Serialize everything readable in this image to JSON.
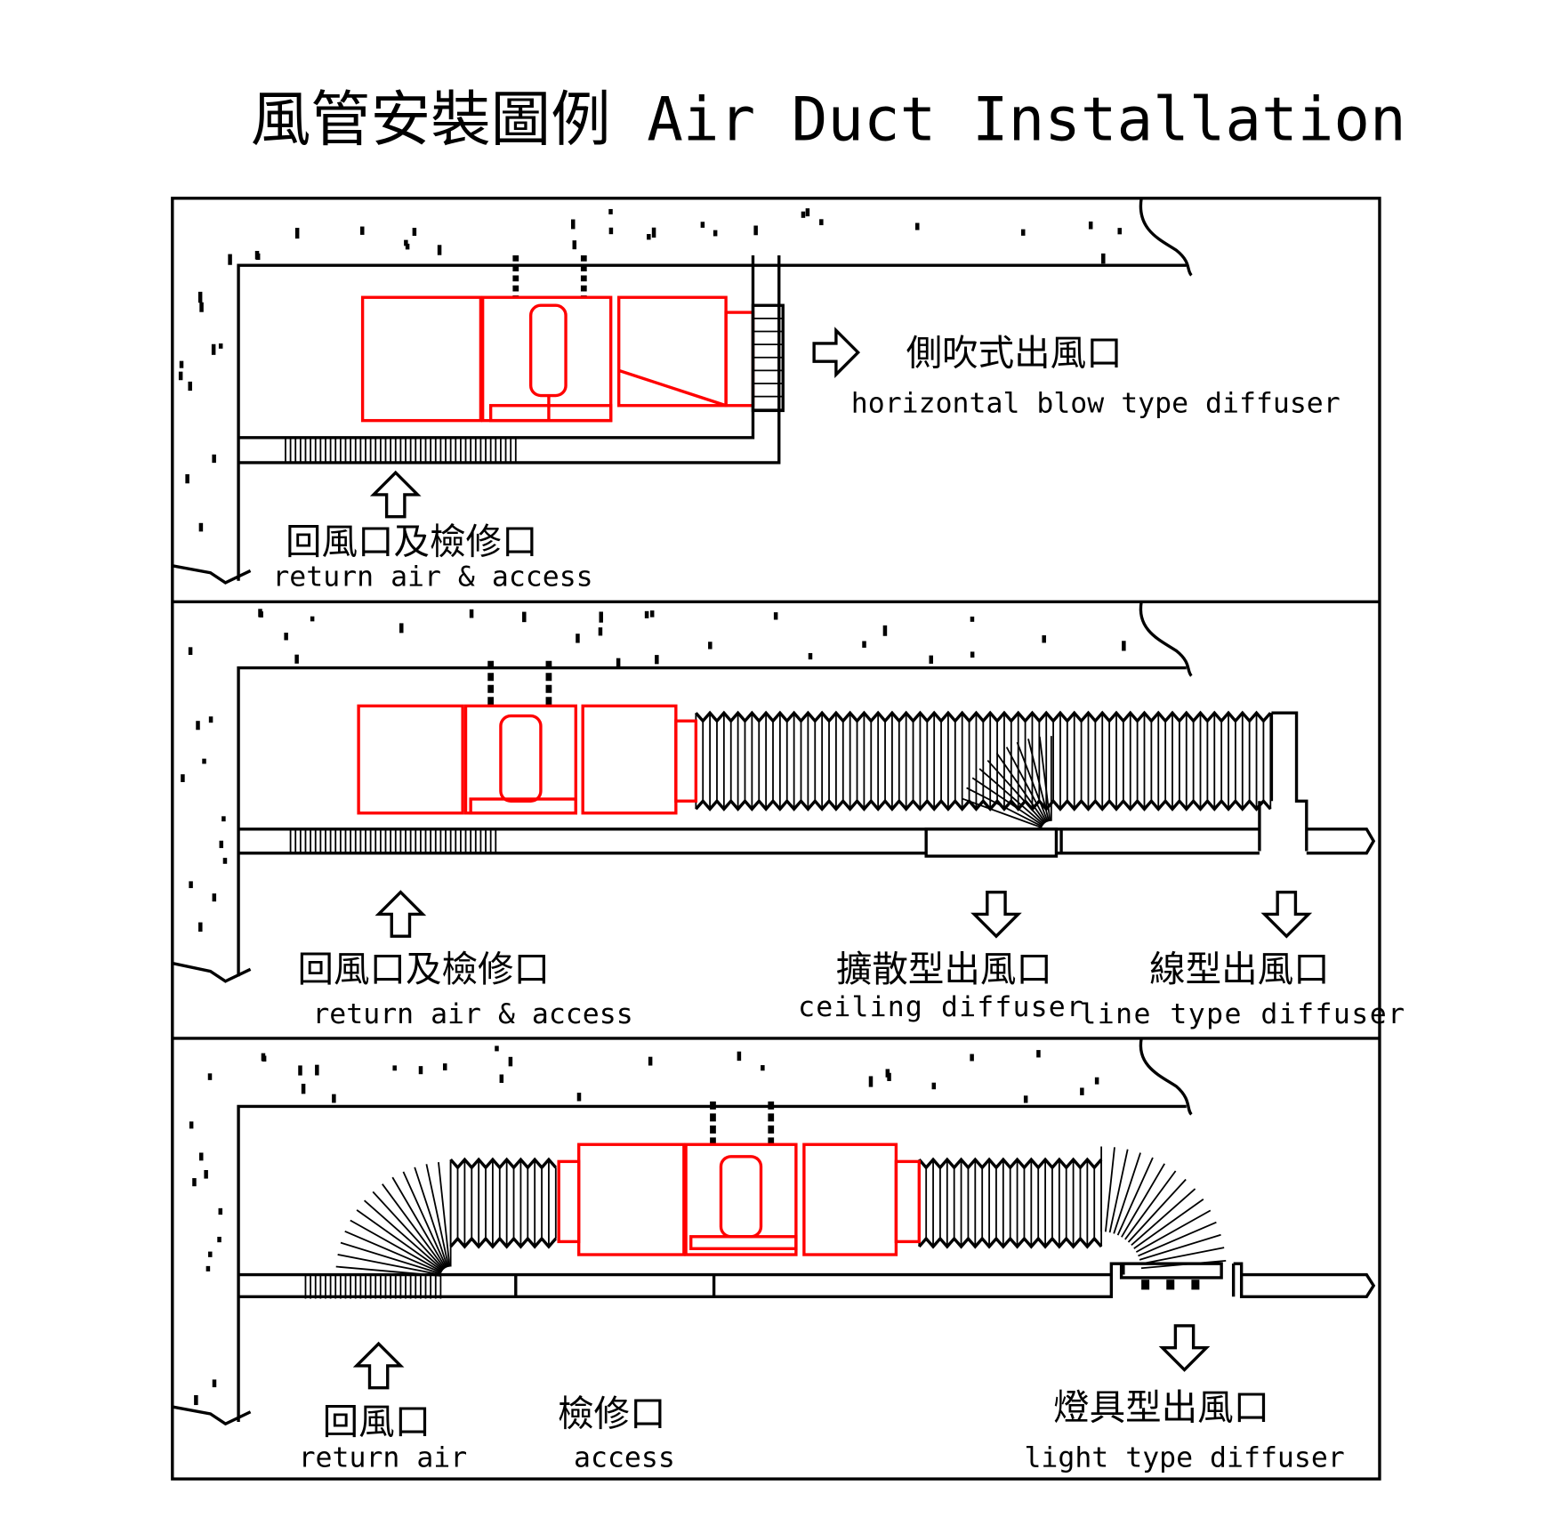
{
  "title": "風管安裝圖例 Air Duct Installation",
  "colors": {
    "unit": "#ff0000",
    "line": "#000000",
    "background": "#ffffff"
  },
  "panels": [
    {
      "labels": [
        {
          "cn": "側吹式出風口",
          "en": "horizontal blow type diffuser"
        },
        {
          "cn": "回風口及檢修口",
          "en": "return air & access"
        }
      ]
    },
    {
      "labels": [
        {
          "cn": "回風口及檢修口",
          "en": "return air & access"
        },
        {
          "cn": "擴散型出風口",
          "en": "ceiling diffuser"
        },
        {
          "cn": "線型出風口",
          "en": "line type diffuser"
        }
      ]
    },
    {
      "labels": [
        {
          "cn": "回風口",
          "en": "return air"
        },
        {
          "cn": "檢修口",
          "en": "access"
        },
        {
          "cn": "燈具型出風口",
          "en": "light type diffuser"
        }
      ]
    }
  ]
}
